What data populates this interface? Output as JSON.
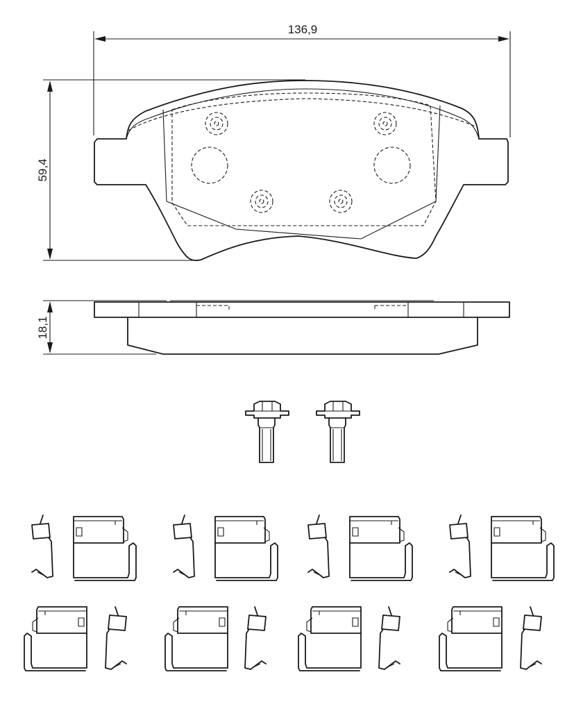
{
  "dimensions": {
    "width": "136,9",
    "height": "59,4",
    "thickness": "18,1"
  },
  "parts": {
    "pad": "brake-pad",
    "bolts": 2,
    "clips": 16
  }
}
